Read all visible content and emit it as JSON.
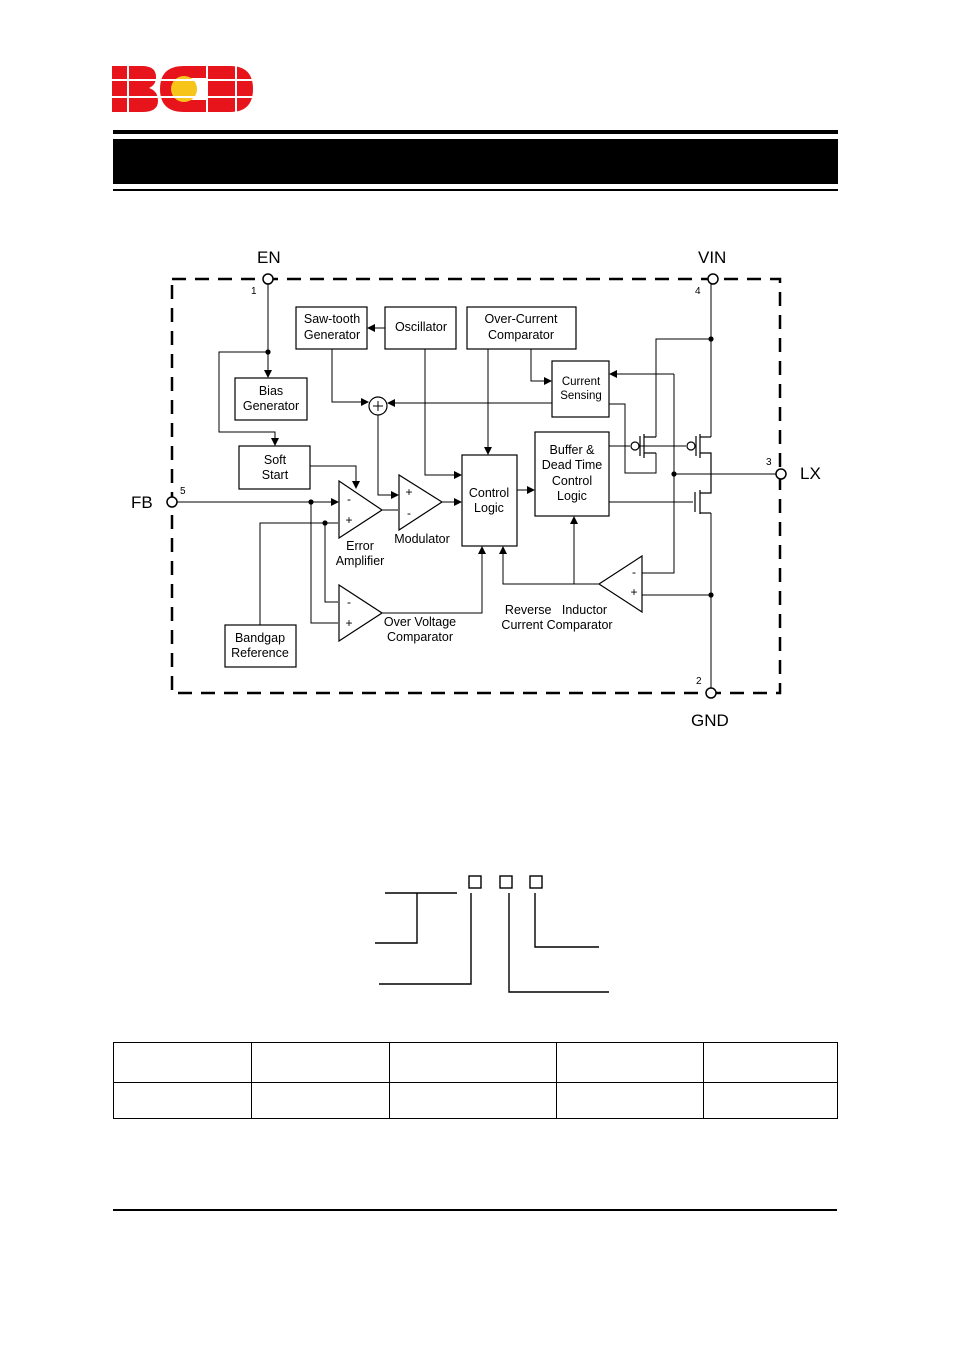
{
  "logo": {
    "text": "BCD",
    "colors": {
      "red": "#e8141c",
      "yellow": "#f7c41a"
    }
  },
  "diagram": {
    "pins": {
      "en": {
        "name": "EN",
        "number": "1"
      },
      "vin": {
        "name": "VIN",
        "number": "4"
      },
      "lx": {
        "name": "LX",
        "number": "3"
      },
      "fb": {
        "name": "FB",
        "number": "5"
      },
      "gnd": {
        "name": "GND",
        "number": "2"
      }
    },
    "blocks": {
      "sawtooth": [
        "Saw-tooth",
        "Generator"
      ],
      "oscillator": [
        "Oscillator"
      ],
      "overcurrent": [
        "Over-Current",
        "Comparator"
      ],
      "bias": [
        "Bias",
        "Generator"
      ],
      "currentsensing": [
        "Current",
        "Sensing"
      ],
      "softstart": [
        "Soft",
        "Start"
      ],
      "buffer": [
        "Buffer &",
        "Dead Time",
        "Control",
        "Logic"
      ],
      "control": [
        "Control",
        "Logic"
      ],
      "bandgap": [
        "Bandgap",
        "Reference"
      ]
    },
    "labels": {
      "error_amp": [
        "Error",
        "Amplifier"
      ],
      "modulator": "Modulator",
      "ovc": [
        "Over Voltage",
        "Comparator"
      ],
      "reverse": [
        "Reverse   Inductor",
        "Current Comparator"
      ]
    },
    "symbols": {
      "minus": "-",
      "plus": "+"
    }
  }
}
